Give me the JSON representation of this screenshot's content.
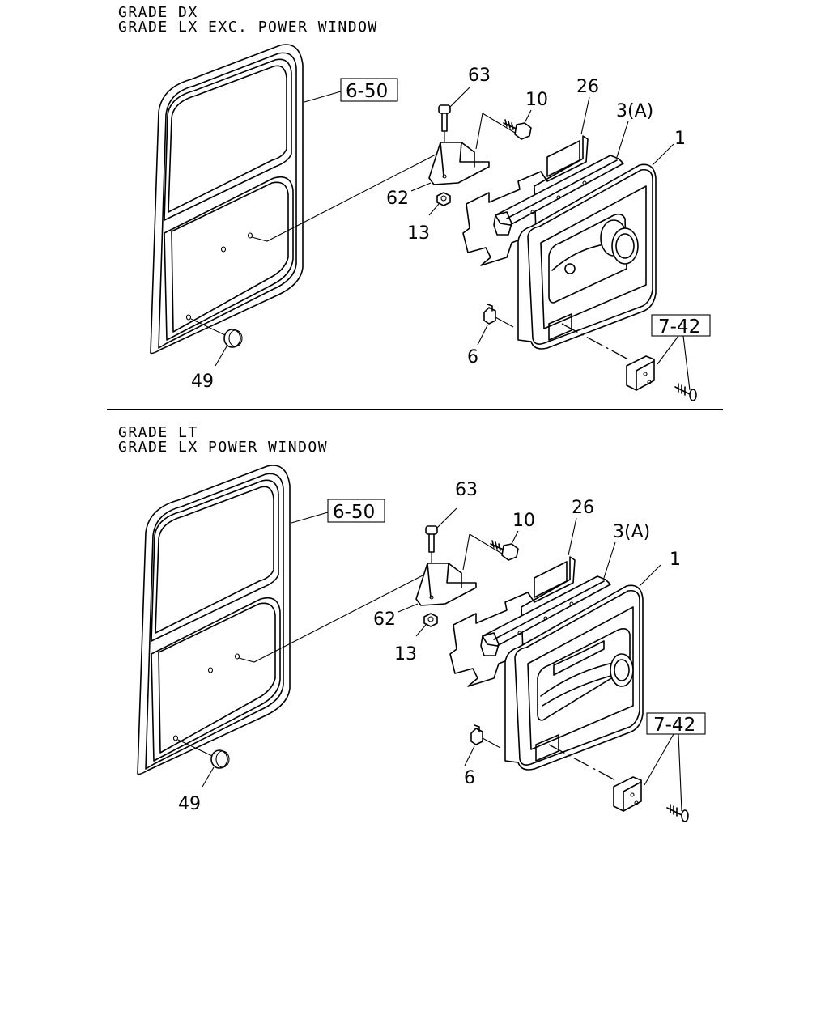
{
  "sections": [
    {
      "header_line1": "GRADE DX",
      "header_line2": "GRADE LX EXC. POWER WINDOW",
      "ref_door": "6-50",
      "ref_hinge": "7-42",
      "callouts": {
        "c63": "63",
        "c10": "10",
        "c26": "26",
        "c3a": "3(A)",
        "c1": "1",
        "c62": "62",
        "c13": "13",
        "c6": "6",
        "c49": "49"
      }
    },
    {
      "header_line1": "GRADE LT",
      "header_line2": "GRADE LX POWER WINDOW",
      "ref_door": "6-50",
      "ref_hinge": "7-42",
      "callouts": {
        "c63": "63",
        "c10": "10",
        "c26": "26",
        "c3a": "3(A)",
        "c1": "1",
        "c62": "62",
        "c13": "13",
        "c6": "6",
        "c49": "49"
      }
    }
  ]
}
